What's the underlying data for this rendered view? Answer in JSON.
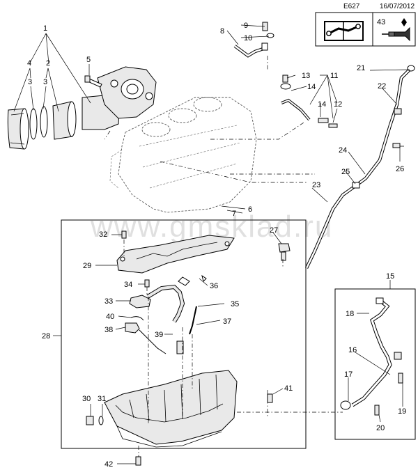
{
  "header": {
    "diagram_code": "E627",
    "date": "16/07/2012",
    "box_ref_number": "43"
  },
  "watermark": "www.gmsklad.ru",
  "icons": {
    "manual_icon": "book-wrench-icon",
    "sealant_icon": "sealant-tube-icon"
  },
  "callouts": {
    "c1": "1",
    "c2": "2",
    "c3a": "3",
    "c3b": "3",
    "c4": "4",
    "c5": "5",
    "c6": "6",
    "c7": "7",
    "c8": "8",
    "c9": "9",
    "c10": "10",
    "c11": "11",
    "c12": "12",
    "c13": "13",
    "c14a": "14",
    "c14b": "14",
    "c15": "15",
    "c16": "16",
    "c17": "17",
    "c18": "18",
    "c19": "19",
    "c20": "20",
    "c21": "21",
    "c22": "22",
    "c23": "23",
    "c24": "24",
    "c25": "25",
    "c26": "26",
    "c27": "27",
    "c28": "28",
    "c29": "29",
    "c30": "30",
    "c31": "31",
    "c32": "32",
    "c33": "33",
    "c34": "34",
    "c35": "35",
    "c36": "36",
    "c37": "37",
    "c38": "38",
    "c39": "39",
    "c40": "40",
    "c41": "41",
    "c42": "42"
  }
}
